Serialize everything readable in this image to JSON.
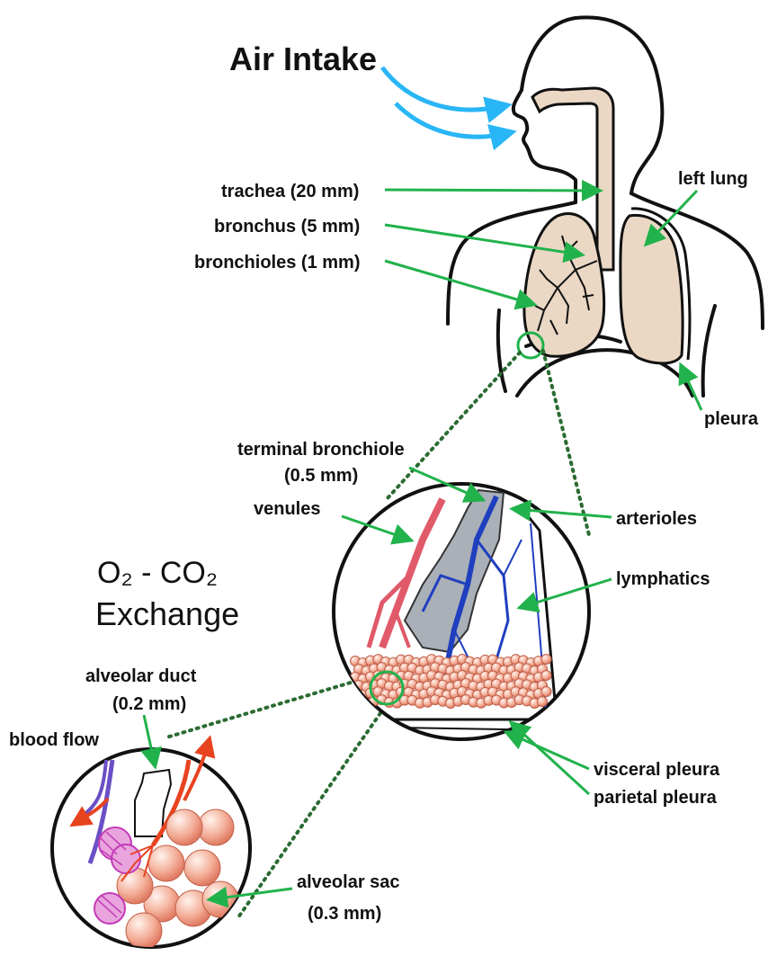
{
  "title": "Air Intake",
  "subtitle_line1": "O₂ - CO₂",
  "subtitle_line2": "Exchange",
  "labels": {
    "trachea": "trachea (20 mm)",
    "bronchus": "bronchus (5 mm)",
    "bronchioles": "bronchioles (1 mm)",
    "left_lung": "left lung",
    "pleura": "pleura",
    "terminal_bronchiole_1": "terminal bronchiole",
    "terminal_bronchiole_2": "(0.5 mm)",
    "venules": "venules",
    "arterioles": "arterioles",
    "lymphatics": "lymphatics",
    "visceral_pleura": "visceral pleura",
    "parietal_pleura": "parietal pleura",
    "alveolar_duct_1": "alveolar duct",
    "alveolar_duct_2": "(0.2 mm)",
    "blood_flow": "blood flow",
    "alveolar_sac_1": "alveolar sac",
    "alveolar_sac_2": "(0.3 mm)"
  },
  "colors": {
    "arrow": "#22b24c",
    "air": "#29b6f6",
    "tissue": "#ead8c5",
    "vein": "#e05a6a",
    "artery": "#1f3fbf",
    "alveoli": "#f4b09a",
    "capillary": "#c23ab8"
  }
}
